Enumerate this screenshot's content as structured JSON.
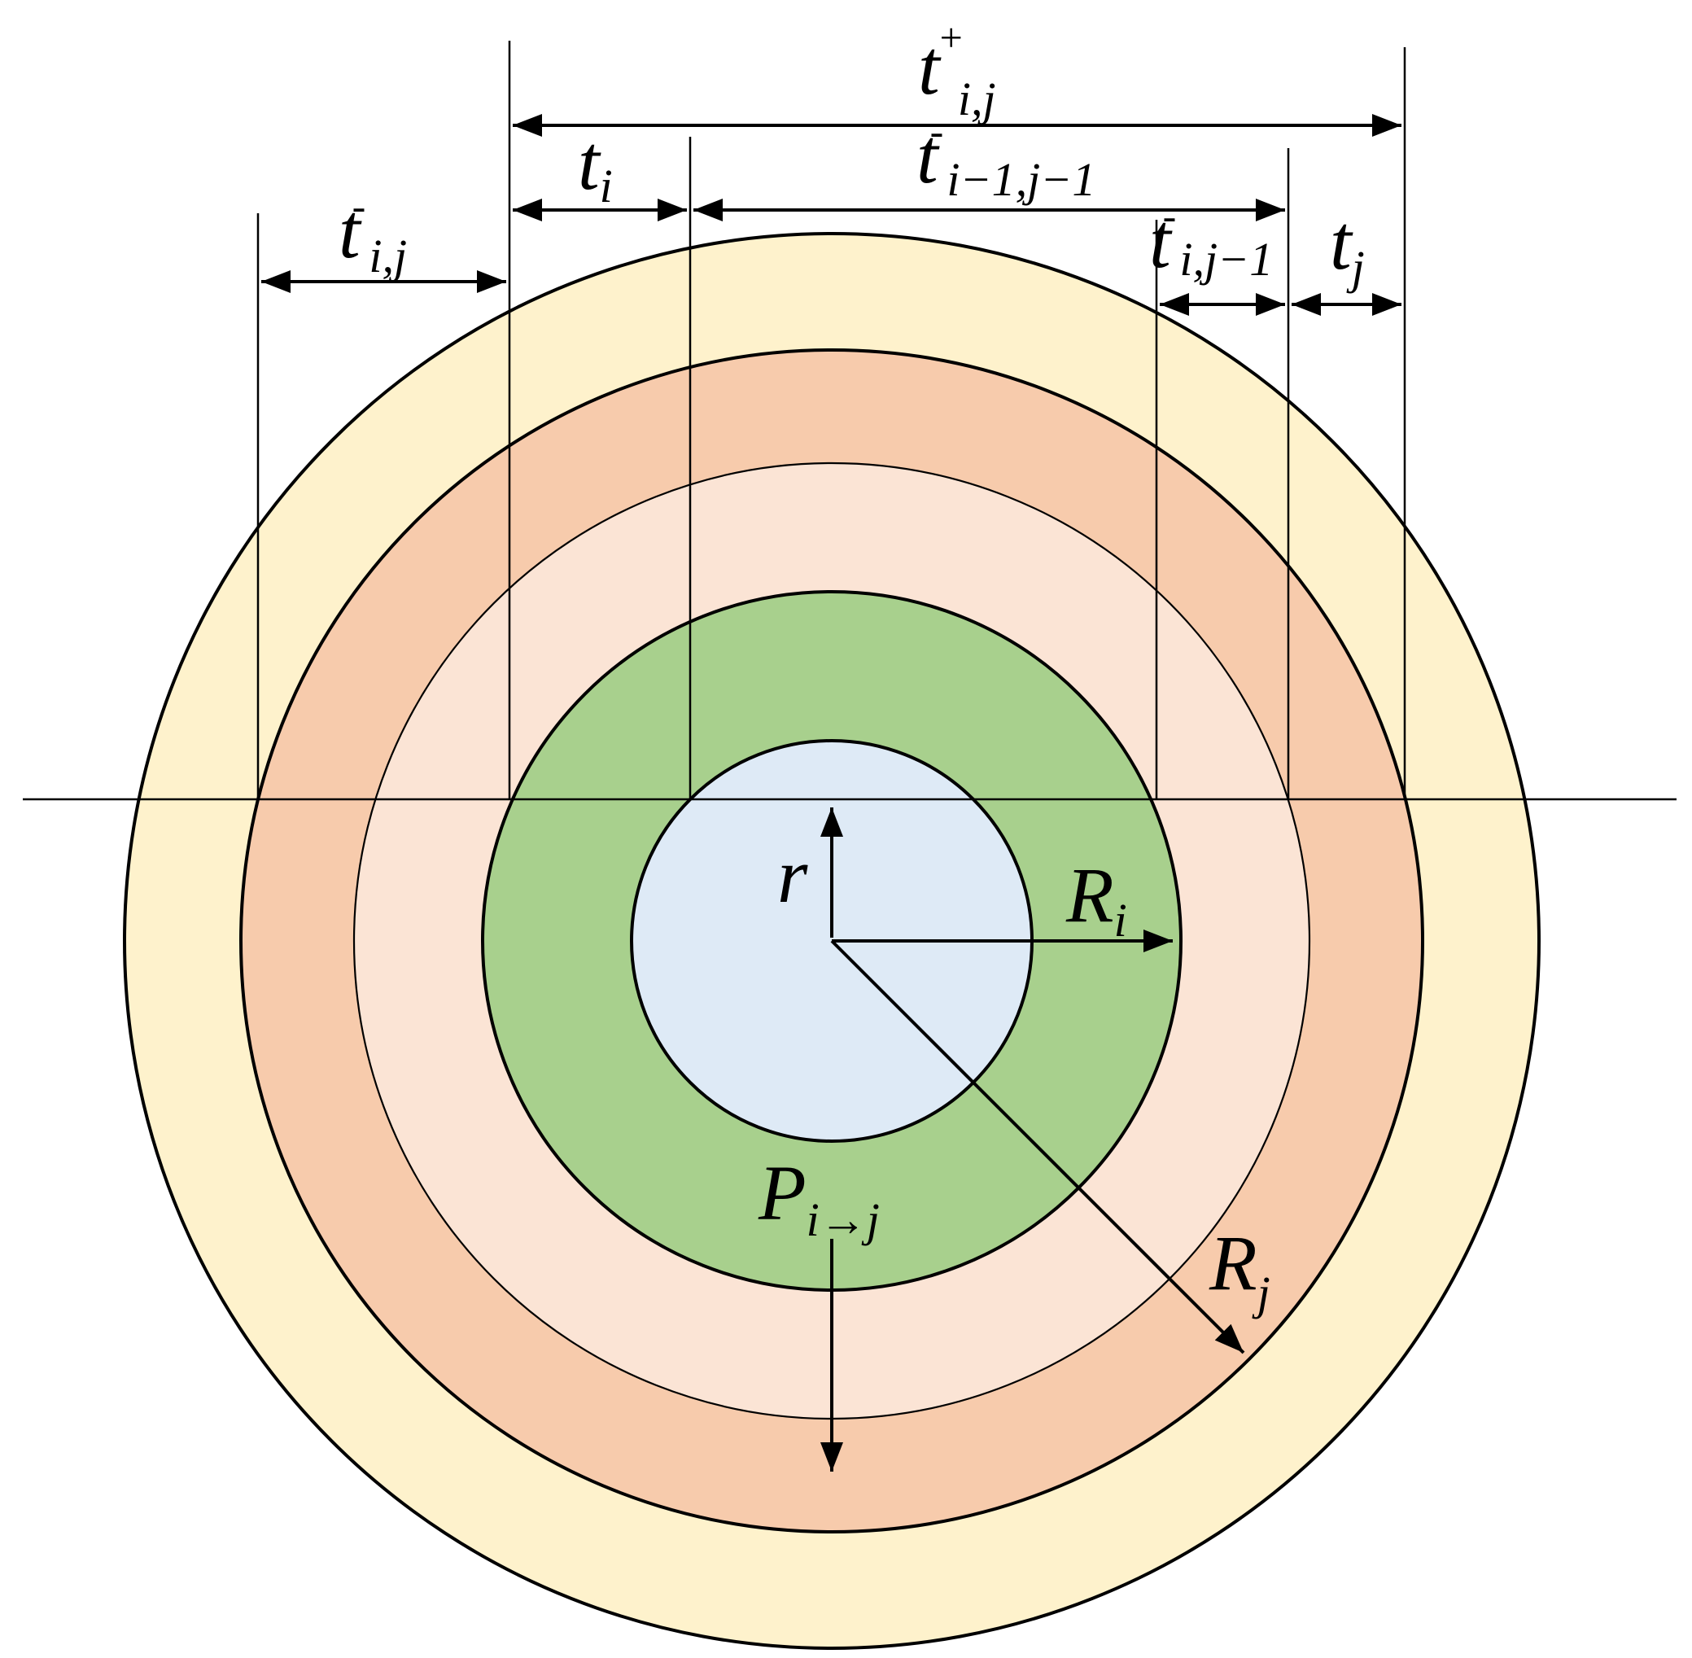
{
  "colors": {
    "outer_ring": "#FEF2CC",
    "middle_ring": "#F7CBAC",
    "inner_light_ring": "#FBE4D5",
    "green_ring": "#A8D08D",
    "core": "#DEEAF6",
    "stroke": "#000000"
  },
  "labels": {
    "t_plus_ij": {
      "base": "t",
      "sup": "+",
      "sub": "i,j"
    },
    "t_i": {
      "base": "t",
      "sub": "i"
    },
    "t_minus_i1j1": {
      "base": "t",
      "sup": "-",
      "sub": "i−1,j−1"
    },
    "t_minus_ij": {
      "base": "t",
      "sup": "-",
      "sub": "i,j"
    },
    "t_minus_ij1": {
      "base": "t",
      "sup": "-",
      "sub": "i,j−1"
    },
    "t_j": {
      "base": "t",
      "sub": "j"
    },
    "r": "r",
    "R_i": {
      "base": "R",
      "sub": "i"
    },
    "R_j": {
      "base": "R",
      "sub": "j"
    },
    "P_ij": {
      "base": "P",
      "sub": "i→j"
    }
  }
}
